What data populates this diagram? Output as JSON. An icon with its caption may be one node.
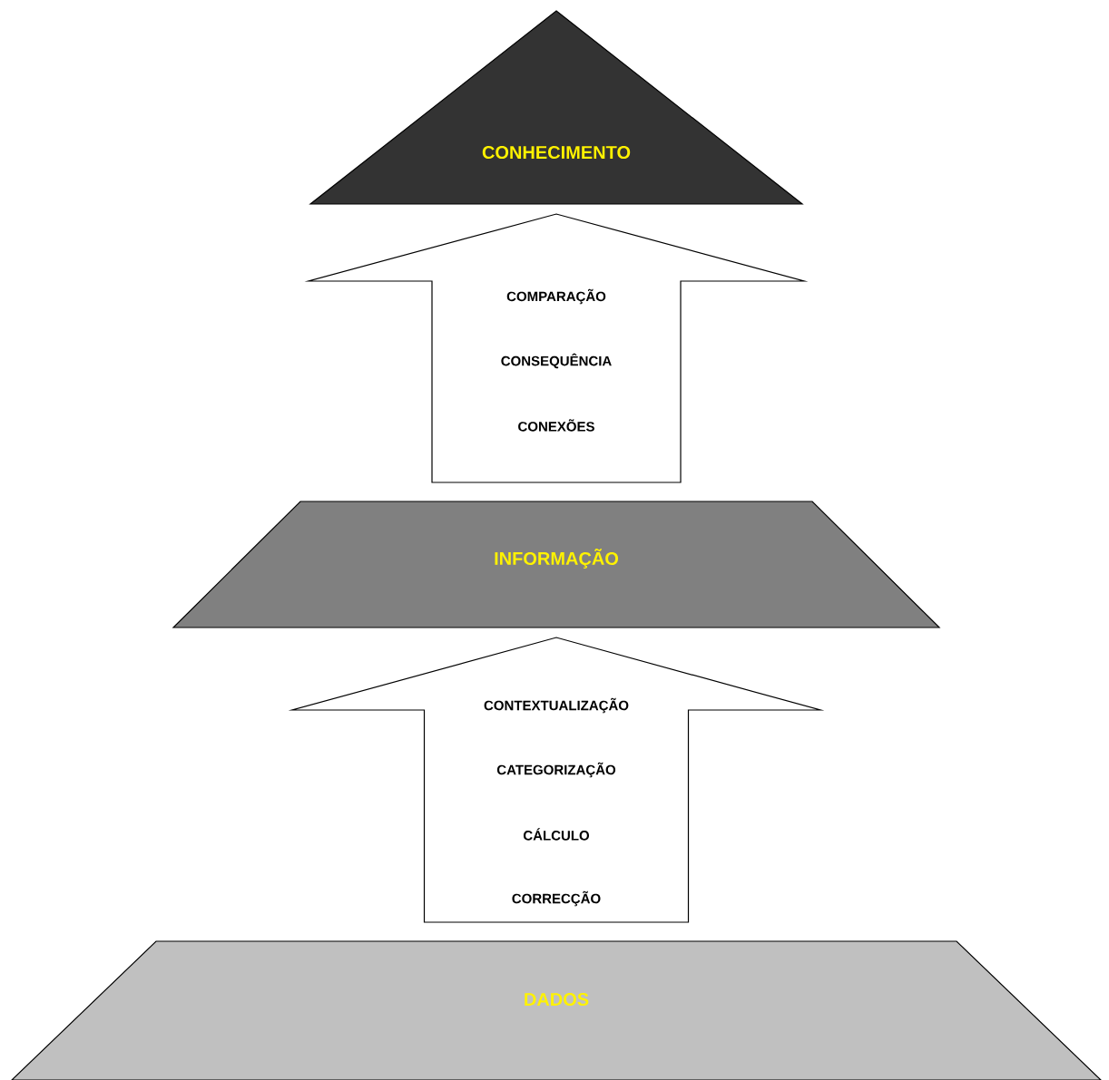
{
  "diagram": {
    "nodes": [
      {
        "text": [
          "CONHECIMENTO"
        ]
      },
      {
        "text": [
          "INFORMAÇÃO"
        ]
      },
      {
        "text": [
          "DADOS"
        ]
      }
    ],
    "edges": [
      {
        "from": 1,
        "to": 0,
        "arrow": "to"
      },
      {
        "from": 2,
        "to": 1,
        "arrow": "to"
      }
    ],
    "labels": [
      "COMPARAÇÃO",
      "CONSEQUÊNCIA",
      "CONEXÕES",
      "CONTEXTUALIZAÇÃO",
      "CATEGORIZAÇÃO",
      "CÁLCULO",
      "CORRECÇÃO"
    ]
  }
}
